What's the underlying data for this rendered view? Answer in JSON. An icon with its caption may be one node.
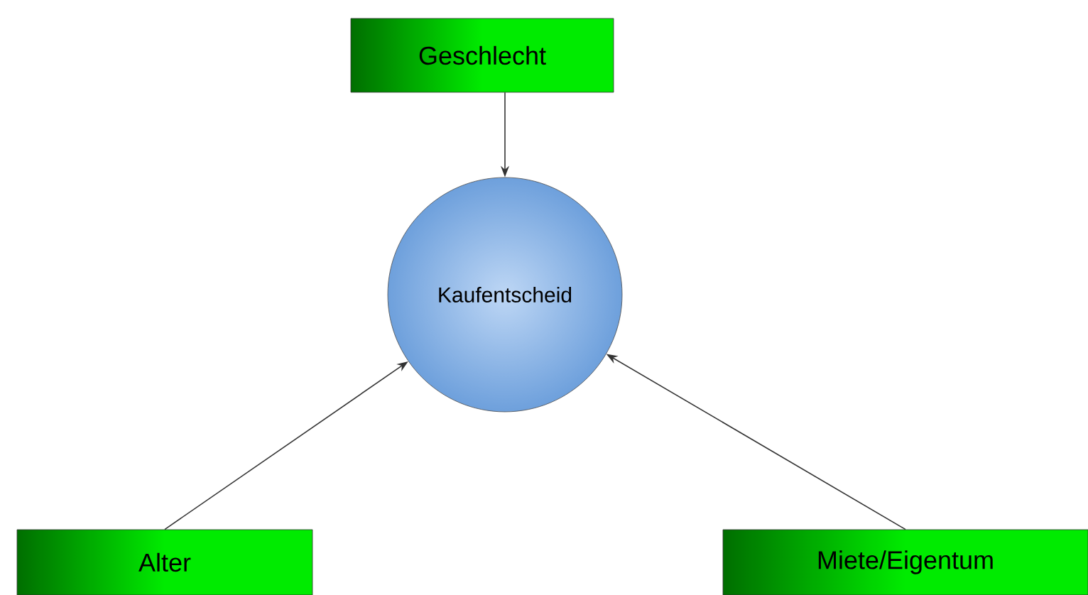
{
  "diagram": {
    "nodes": [
      {
        "text": [
          "Geschlecht"
        ]
      },
      {
        "text": [
          "Kaufentscheid"
        ]
      },
      {
        "text": [
          "Alter"
        ]
      },
      {
        "text": [
          "Miete/Eigentum"
        ]
      }
    ],
    "edges": [
      {
        "from": 0,
        "to": 1,
        "arrow": "to"
      },
      {
        "from": 2,
        "to": 1,
        "arrow": "to"
      },
      {
        "from": 3,
        "to": 1,
        "arrow": "to"
      }
    ]
  }
}
